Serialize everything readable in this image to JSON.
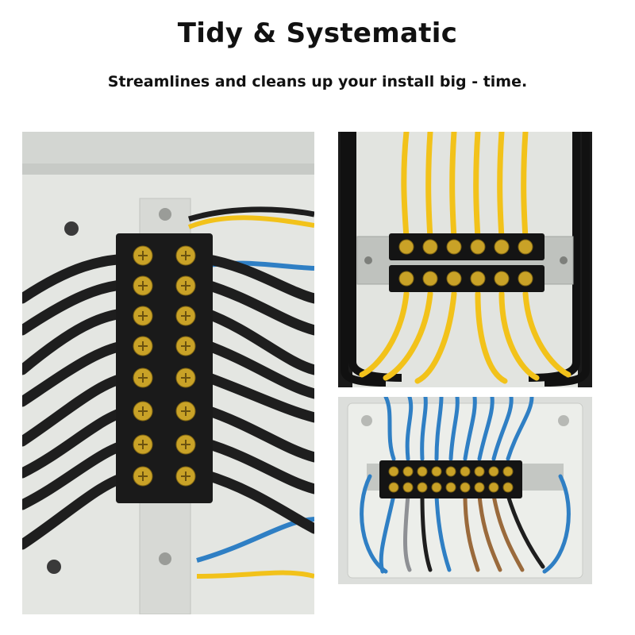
{
  "header": {
    "title": "Tidy & Systematic",
    "subtitle": "Streamlines and cleans up your install big - time."
  },
  "photos": [
    {
      "subject": "terminal block with black wires in enclosure",
      "icon": "terminal-block-photo"
    },
    {
      "subject": "dual terminal strip with yellow wires on DIN rail",
      "icon": "terminal-block-photo"
    },
    {
      "subject": "terminal strip with blue, grey, black and brown wires",
      "icon": "terminal-block-photo"
    }
  ],
  "colors": {
    "brass": "#c9a227",
    "wire_black": "#1e1e1e",
    "wire_yellow": "#f2c21a",
    "wire_blue": "#2f7fc4",
    "wire_brown": "#9a6a3c",
    "enclosure": "#e6e8e4"
  }
}
